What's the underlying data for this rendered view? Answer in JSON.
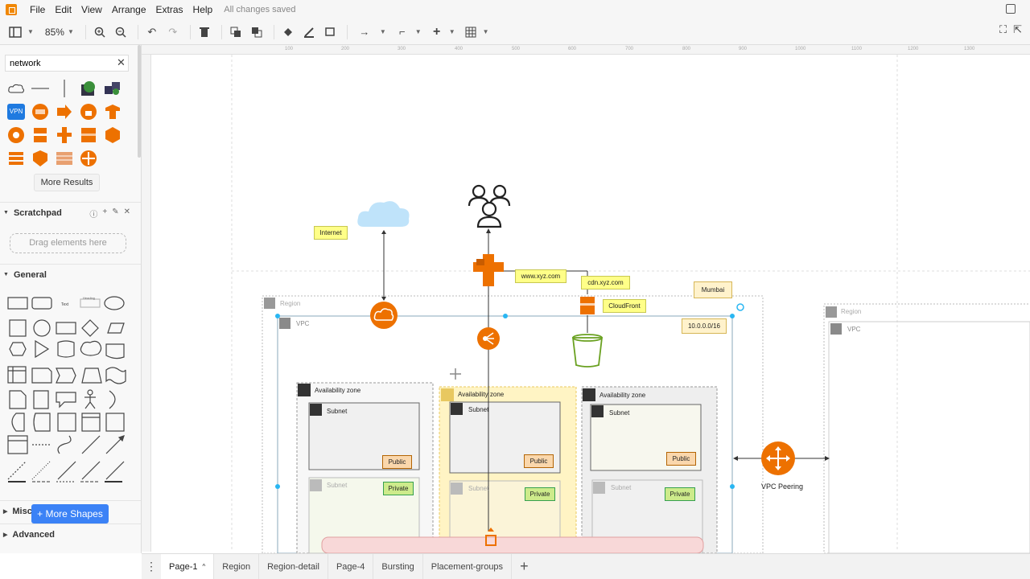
{
  "menubar": {
    "items": [
      "File",
      "Edit",
      "View",
      "Arrange",
      "Extras",
      "Help"
    ],
    "status": "All changes saved"
  },
  "toolbar": {
    "zoom": "85%"
  },
  "sidebar": {
    "search_value": "network",
    "more_results": "More Results",
    "scratchpad_title": "Scratchpad",
    "drag_hint": "Drag elements here",
    "general_title": "General",
    "misc_title": "Misc",
    "advanced_title": "Advanced",
    "more_shapes": "+ More Shapes",
    "general_shape_text": "Text",
    "general_shape_heading": "Heading"
  },
  "ruler": {
    "ticks": [
      "100",
      "200",
      "300",
      "400",
      "500",
      "600",
      "700",
      "800",
      "900",
      "1000",
      "1100",
      "1200",
      "1300"
    ]
  },
  "diagram": {
    "internet_note": "Internet",
    "www_note": "www.xyz.com",
    "cdn_note": "cdn.xyz.com",
    "cloudfront_note": "CloudFront",
    "mumbai_note": "Mumbai",
    "cidr_note": "10.0.0.0/16",
    "region_label": "Region",
    "vpc_label": "VPC",
    "region2_label": "Region",
    "vpc2_label": "VPC",
    "az1": "Availability zone",
    "az2": "Availability zone",
    "az3": "Availability zone",
    "subnet": "Subnet",
    "public": "Public",
    "private": "Private",
    "vpc_peering": "VPC Peering"
  },
  "tabs": [
    "Page-1",
    "Region",
    "Region-detail",
    "Page-4",
    "Bursting",
    "Placement-groups"
  ],
  "colors": {
    "accent": "#3b82f6",
    "aws_orange": "#ed7100",
    "note_yellow": "#ffff88"
  }
}
